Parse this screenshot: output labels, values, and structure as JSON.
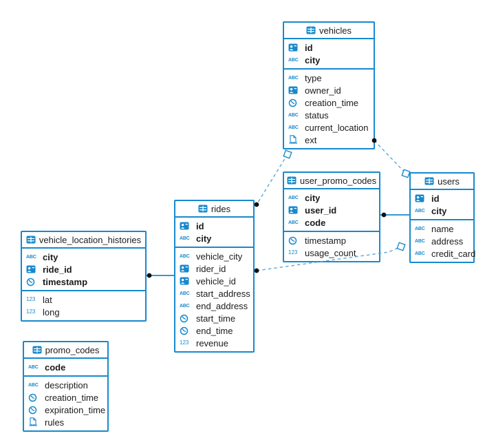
{
  "diagram": {
    "accent_color": "#1789cd",
    "dashed_line_color": "#55a9dc",
    "marker_dot_color": "#111111",
    "tables": [
      {
        "id": "vehicles",
        "title": "vehicles",
        "icon": "table-icon",
        "key_fields": [
          {
            "icon": "id-icon",
            "label": "id"
          },
          {
            "icon": "string-icon",
            "label": "city"
          }
        ],
        "fields": [
          {
            "icon": "string-icon",
            "label": "type"
          },
          {
            "icon": "id-icon",
            "label": "owner_id"
          },
          {
            "icon": "time-icon",
            "label": "creation_time"
          },
          {
            "icon": "string-icon",
            "label": "status"
          },
          {
            "icon": "string-icon",
            "label": "current_location"
          },
          {
            "icon": "json-icon",
            "label": "ext"
          }
        ]
      },
      {
        "id": "user_promo_codes",
        "title": "user_promo_codes",
        "icon": "table-icon",
        "key_fields": [
          {
            "icon": "string-icon",
            "label": "city"
          },
          {
            "icon": "id-icon",
            "label": "user_id"
          },
          {
            "icon": "string-icon",
            "label": "code"
          }
        ],
        "fields": [
          {
            "icon": "time-icon",
            "label": "timestamp"
          },
          {
            "icon": "number-icon",
            "label": "usage_count"
          }
        ]
      },
      {
        "id": "users",
        "title": "users",
        "icon": "table-icon",
        "key_fields": [
          {
            "icon": "id-icon",
            "label": "id"
          },
          {
            "icon": "string-icon",
            "label": "city"
          }
        ],
        "fields": [
          {
            "icon": "string-icon",
            "label": "name"
          },
          {
            "icon": "string-icon",
            "label": "address"
          },
          {
            "icon": "string-icon",
            "label": "credit_card"
          }
        ]
      },
      {
        "id": "rides",
        "title": "rides",
        "icon": "table-icon",
        "key_fields": [
          {
            "icon": "id-icon",
            "label": "id"
          },
          {
            "icon": "string-icon",
            "label": "city"
          }
        ],
        "fields": [
          {
            "icon": "string-icon",
            "label": "vehicle_city"
          },
          {
            "icon": "id-icon",
            "label": "rider_id"
          },
          {
            "icon": "id-icon",
            "label": "vehicle_id"
          },
          {
            "icon": "string-icon",
            "label": "start_address"
          },
          {
            "icon": "string-icon",
            "label": "end_address"
          },
          {
            "icon": "time-icon",
            "label": "start_time"
          },
          {
            "icon": "time-icon",
            "label": "end_time"
          },
          {
            "icon": "number-icon",
            "label": "revenue"
          }
        ]
      },
      {
        "id": "vehicle_location_histories",
        "title": "vehicle_location_histories",
        "icon": "table-icon",
        "key_fields": [
          {
            "icon": "string-icon",
            "label": "city"
          },
          {
            "icon": "id-icon",
            "label": "ride_id"
          },
          {
            "icon": "time-icon",
            "label": "timestamp"
          }
        ],
        "fields": [
          {
            "icon": "number-icon",
            "label": "lat"
          },
          {
            "icon": "number-icon",
            "label": "long"
          }
        ]
      },
      {
        "id": "promo_codes",
        "title": "promo_codes",
        "icon": "table-icon",
        "key_fields": [
          {
            "icon": "string-icon",
            "label": "code"
          }
        ],
        "fields": [
          {
            "icon": "string-icon",
            "label": "description"
          },
          {
            "icon": "time-icon",
            "label": "creation_time"
          },
          {
            "icon": "time-icon",
            "label": "expiration_time"
          },
          {
            "icon": "json-icon",
            "label": "rules"
          }
        ]
      }
    ],
    "connections": [
      {
        "from": "vehicles",
        "to": "rides",
        "line": "dashed",
        "from_marker": "square",
        "to_marker": "dot"
      },
      {
        "from": "vehicles",
        "to": "users",
        "line": "dashed",
        "from_marker": "dot",
        "to_marker": "square"
      },
      {
        "from": "user_promo_codes",
        "to": "users",
        "line": "solid",
        "from_marker": "dot",
        "to_marker": "none"
      },
      {
        "from": "rides",
        "to": "users",
        "line": "dashed",
        "from_marker": "dot",
        "to_marker": "square"
      },
      {
        "from": "vehicle_location_histories",
        "to": "rides",
        "line": "solid",
        "from_marker": "dot",
        "to_marker": "none"
      }
    ]
  }
}
